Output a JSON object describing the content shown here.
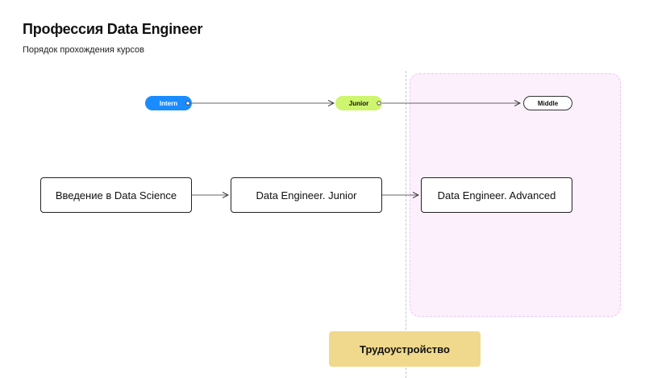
{
  "header": {
    "title": "Профессия Data Engineer",
    "subtitle": "Порядок прохождения курсов"
  },
  "levels": [
    {
      "label": "Intern",
      "color": "#1a8cff"
    },
    {
      "label": "Junior",
      "color": "#cdf56e"
    },
    {
      "label": "Middle",
      "color": "#ffffff"
    }
  ],
  "courses": [
    {
      "label": "Введение в Data Science"
    },
    {
      "label": "Data Engineer. Junior"
    },
    {
      "label": "Data Engineer. Advanced"
    }
  ],
  "employment": {
    "label": "Трудоустройство",
    "color": "#f0d98c"
  },
  "colors": {
    "highlight_zone": "#fcf0fc",
    "connector": "#333333"
  }
}
